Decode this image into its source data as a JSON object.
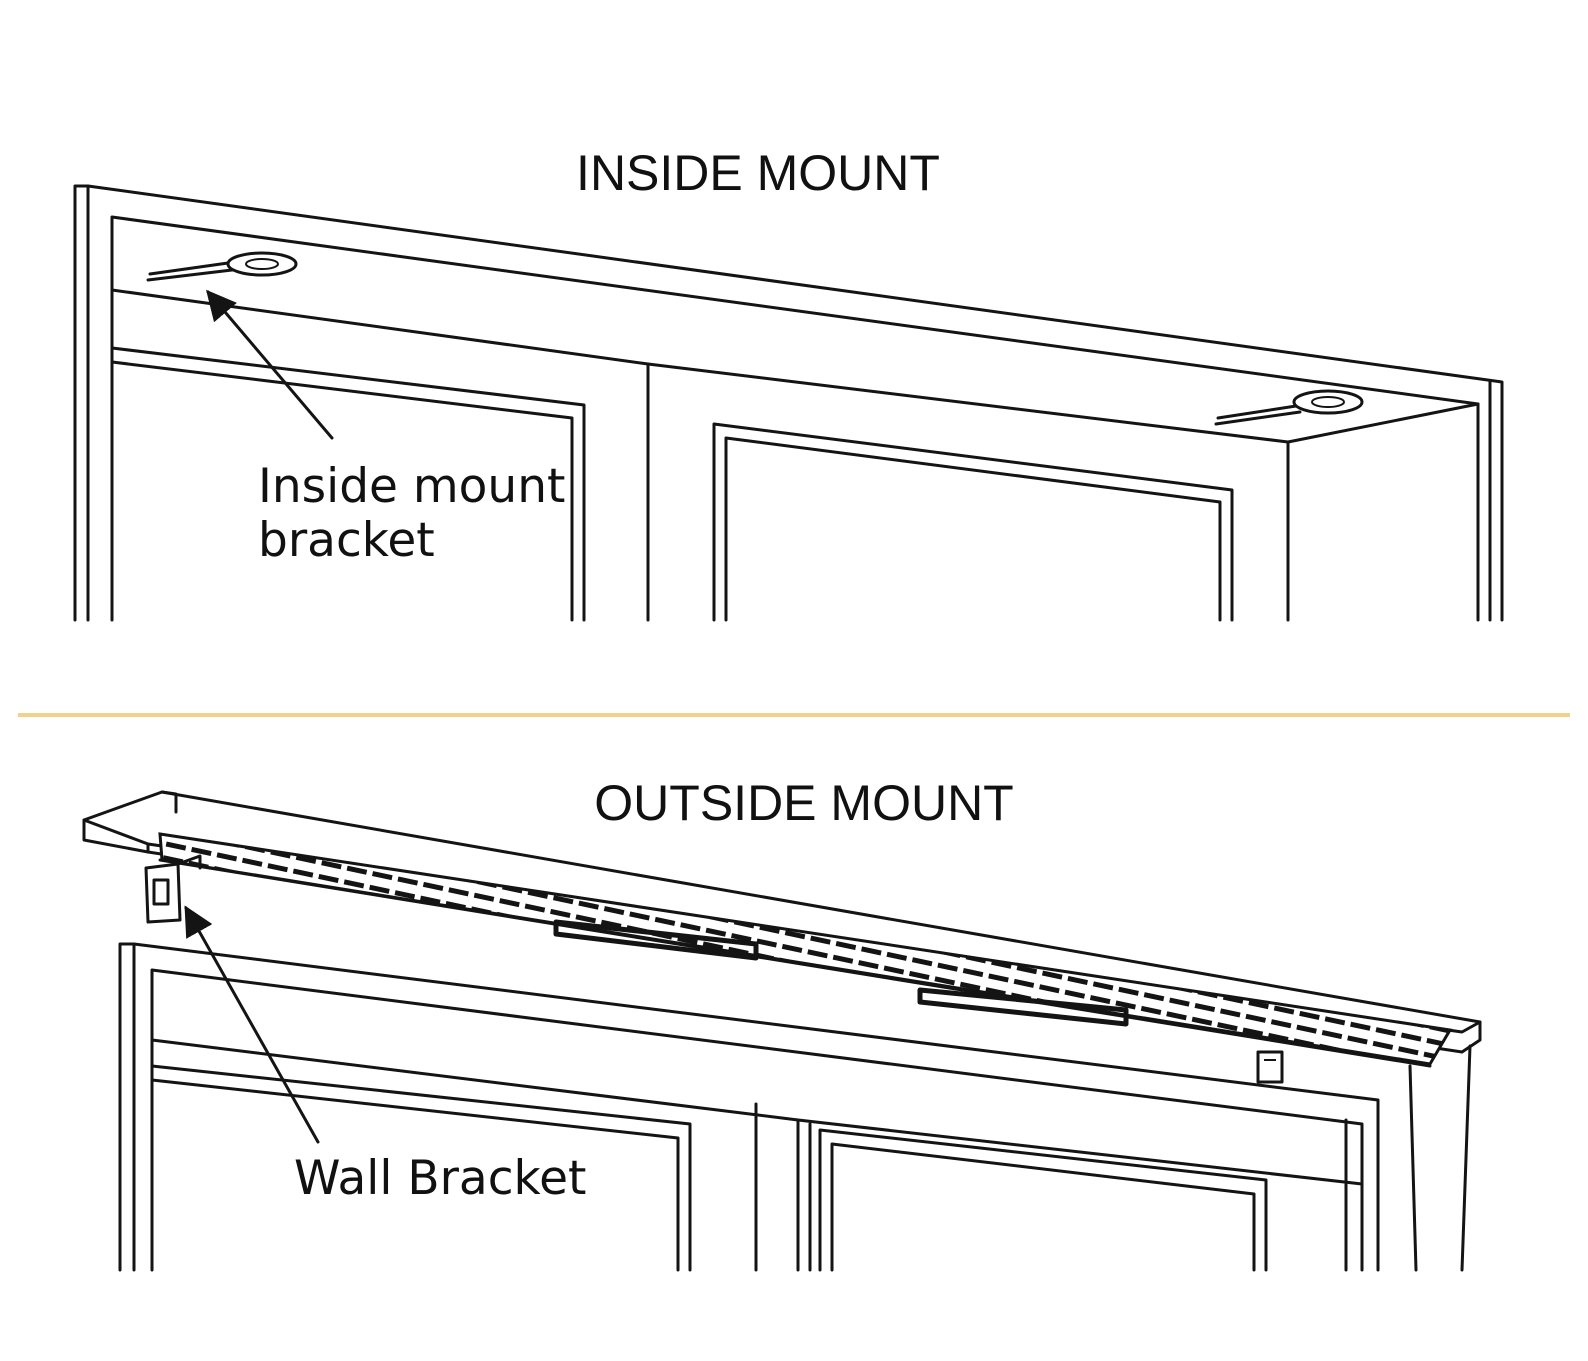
{
  "inside_mount": {
    "title": "INSIDE MOUNT",
    "callout_line1": "Inside mount",
    "callout_line2": "bracket"
  },
  "outside_mount": {
    "title": "OUTSIDE MOUNT",
    "callout": "Wall Bracket"
  },
  "colors": {
    "divider": "#f0d28c",
    "line_art": "#141414",
    "background": "#ffffff"
  }
}
